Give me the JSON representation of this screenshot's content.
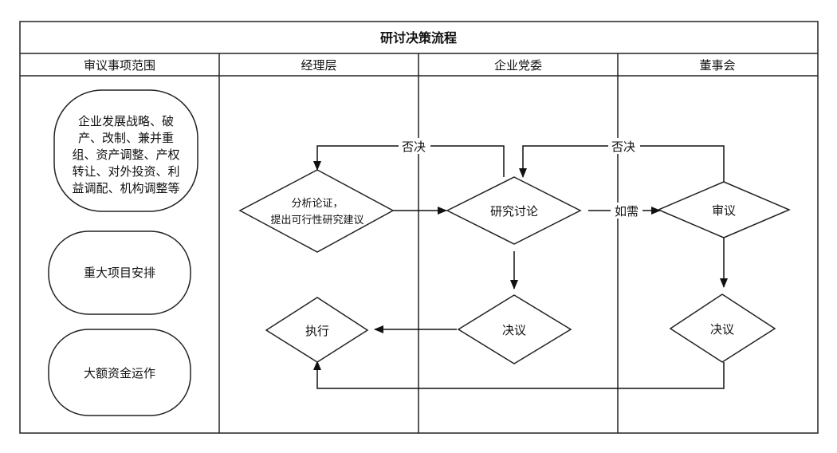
{
  "title": "研讨决策流程",
  "lanes": [
    "审议事项范围",
    "经理层",
    "企业党委",
    "董事会"
  ],
  "scope_items": {
    "item1": [
      "企业发展战略、破",
      "产、改制、兼并重",
      "组、资产调整、产权",
      "转让、对外投资、利",
      "益调配、机构调整等"
    ],
    "item2": "重大项目安排",
    "item3": "大额资金运作"
  },
  "nodes": {
    "analysis": [
      "分析论证，",
      "提出可行性研究建议"
    ],
    "study": "研究讨论",
    "review": "审议",
    "decision_party": "决议",
    "decision_board": "决议",
    "execute": "执行"
  },
  "edge_labels": {
    "veto_party": "否决",
    "veto_board": "否决",
    "if_needed": "如需"
  }
}
